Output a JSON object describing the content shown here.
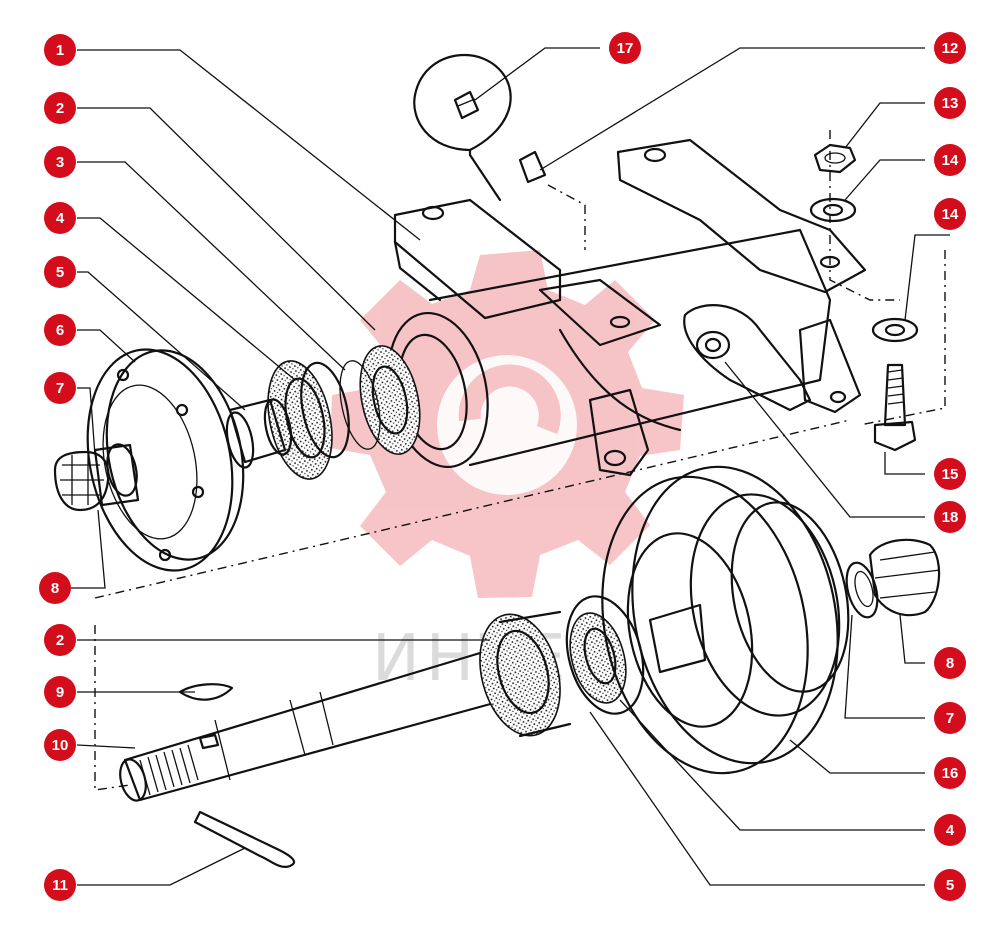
{
  "diagram": {
    "colors": {
      "callout": "#d40d1c",
      "ink": "#111111",
      "watermark": "#e8555f"
    },
    "watermark": {
      "text": "ИНТЕХ"
    },
    "callouts": [
      {
        "id": "c1",
        "label": "1"
      },
      {
        "id": "c2a",
        "label": "2"
      },
      {
        "id": "c3",
        "label": "3"
      },
      {
        "id": "c4a",
        "label": "4"
      },
      {
        "id": "c5a",
        "label": "5"
      },
      {
        "id": "c6",
        "label": "6"
      },
      {
        "id": "c7a",
        "label": "7"
      },
      {
        "id": "c8a",
        "label": "8"
      },
      {
        "id": "c2b",
        "label": "2"
      },
      {
        "id": "c9",
        "label": "9"
      },
      {
        "id": "c10",
        "label": "10"
      },
      {
        "id": "c11",
        "label": "11"
      },
      {
        "id": "c17",
        "label": "17"
      },
      {
        "id": "c12",
        "label": "12"
      },
      {
        "id": "c13",
        "label": "13"
      },
      {
        "id": "c14a",
        "label": "14"
      },
      {
        "id": "c14b",
        "label": "14"
      },
      {
        "id": "c15",
        "label": "15"
      },
      {
        "id": "c18",
        "label": "18"
      },
      {
        "id": "c8b",
        "label": "8"
      },
      {
        "id": "c7b",
        "label": "7"
      },
      {
        "id": "c16",
        "label": "16"
      },
      {
        "id": "c4b",
        "label": "4"
      },
      {
        "id": "c5b",
        "label": "5"
      }
    ]
  }
}
